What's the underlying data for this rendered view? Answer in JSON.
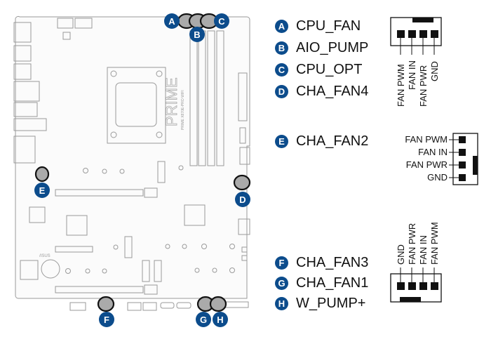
{
  "headers_top": [
    {
      "badge": "A",
      "name": "CPU_FAN"
    },
    {
      "badge": "B",
      "name": "AIO_PUMP"
    },
    {
      "badge": "C",
      "name": "CPU_OPT"
    },
    {
      "badge": "D",
      "name": "CHA_FAN4"
    }
  ],
  "header_mid": {
    "badge": "E",
    "name": "CHA_FAN2"
  },
  "headers_bottom": [
    {
      "badge": "F",
      "name": "CHA_FAN3"
    },
    {
      "badge": "G",
      "name": "CHA_FAN1"
    },
    {
      "badge": "H",
      "name": "W_PUMP+"
    }
  ],
  "pinout_top": [
    "FAN PWM",
    "FAN IN",
    "FAN PWR",
    "GND"
  ],
  "pinout_mid": [
    "FAN PWM",
    "FAN IN",
    "FAN PWR",
    "GND"
  ],
  "pinout_bottom": [
    "GND",
    "FAN PWR",
    "FAN IN",
    "FAN PWM"
  ],
  "board": {
    "brand": "PRIME",
    "model": "PRIME X870E-PRO WIFI",
    "logo": "/ISUS",
    "callouts": [
      "A",
      "B",
      "C",
      "D",
      "E",
      "F",
      "G",
      "H"
    ]
  },
  "colors": {
    "badge": "#0c4c8c",
    "outline": "#999999",
    "highlight": "#aaaaaa"
  }
}
